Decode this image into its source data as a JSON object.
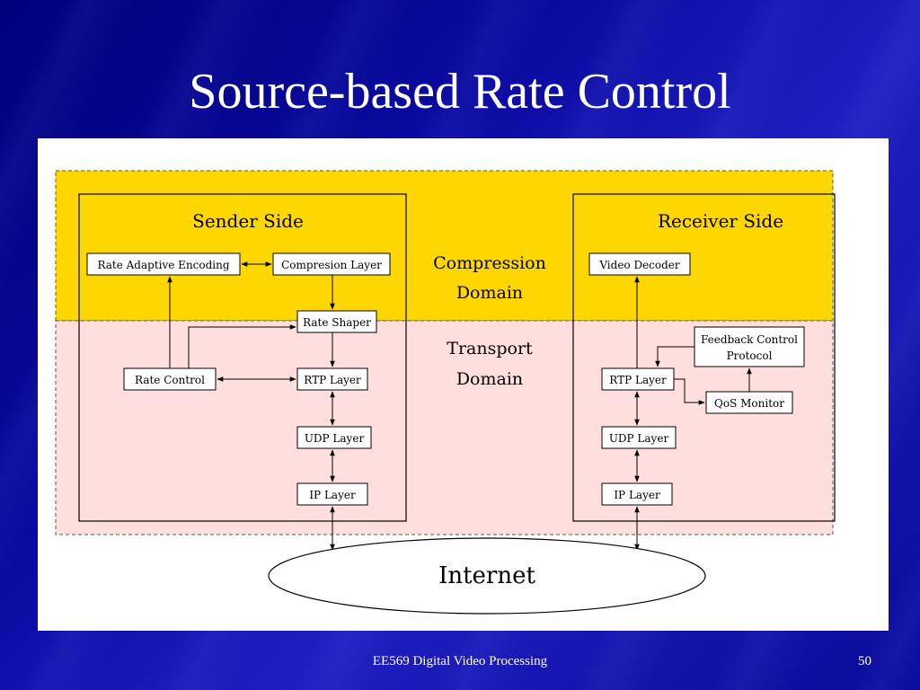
{
  "slide": {
    "title": "Source-based Rate Control",
    "footer": "EE569 Digital Video Processing",
    "page_number": "50"
  },
  "diagram": {
    "sender": {
      "title": "Sender Side",
      "rate_adaptive_encoding": "Rate Adaptive Encoding",
      "compression_layer": "Compresion Layer",
      "rate_shaper": "Rate Shaper",
      "rate_control": "Rate Control",
      "rtp_layer": "RTP Layer",
      "udp_layer": "UDP Layer",
      "ip_layer": "IP Layer"
    },
    "middle": {
      "compression_domain_line1": "Compression",
      "compression_domain_line2": "Domain",
      "transport_domain_line1": "Transport",
      "transport_domain_line2": "Domain"
    },
    "receiver": {
      "title": "Receiver Side",
      "video_decoder": "Video Decoder",
      "feedback_line1": "Feedback Control",
      "feedback_line2": "Protocol",
      "rtp_layer": "RTP Layer",
      "qos_monitor": "QoS Monitor",
      "udp_layer": "UDP Layer",
      "ip_layer": "IP Layer"
    },
    "internet": "Internet",
    "colors": {
      "compression_domain": "#ffd700",
      "transport_domain": "#ffdede"
    }
  }
}
